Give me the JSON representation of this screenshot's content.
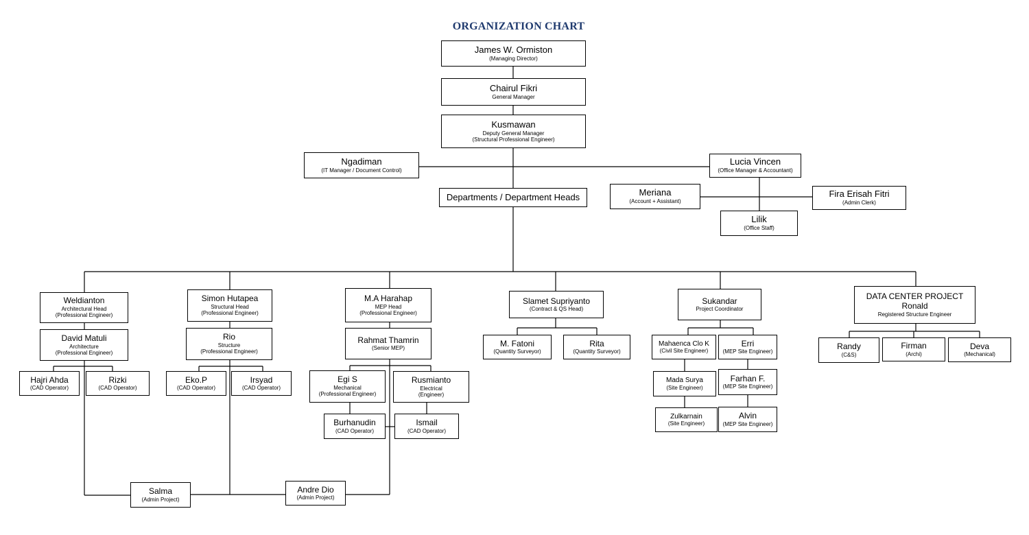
{
  "title": "ORGANIZATION CHART",
  "nodes": {
    "md": {
      "name": "James W. Ormiston",
      "subs": [
        "(Managing Director)"
      ]
    },
    "gm": {
      "name": "Chairul Fikri",
      "subs": [
        "General Manager"
      ]
    },
    "dgm": {
      "name": "Kusmawan",
      "subs": [
        "Deputy General Manager",
        "(Structural Professional Engineer)"
      ]
    },
    "ngadiman": {
      "name": "Ngadiman",
      "subs": [
        "(IT Manager / Document Control)"
      ]
    },
    "lucia": {
      "name": "Lucia Vincen",
      "subs": [
        "(Office Manager & Accountant)"
      ]
    },
    "dept": {
      "name": "Departments / Department Heads",
      "subs": []
    },
    "meriana": {
      "name": "Meriana",
      "subs": [
        "(Account + Assistant)"
      ]
    },
    "fira": {
      "name": "Fira Erisah Fitri",
      "subs": [
        "(Admin Clerk)"
      ]
    },
    "lilik": {
      "name": "Lilik",
      "subs": [
        "(Office Staff)"
      ]
    },
    "weldianton": {
      "name": "Weldianton",
      "subs": [
        "Architectural Head",
        "(Professional Engineer)"
      ]
    },
    "david": {
      "name": "David Matuli",
      "subs": [
        "Architecture",
        "(Professional Engineer)"
      ]
    },
    "hajri": {
      "name": "Hajri Ahda",
      "subs": [
        "(CAD Operator)"
      ]
    },
    "rizki": {
      "name": "Rizki",
      "subs": [
        "(CAD Operator)"
      ]
    },
    "simon": {
      "name": "Simon Hutapea",
      "subs": [
        "Structural Head",
        "(Professional Engineer)"
      ]
    },
    "rio": {
      "name": "Rio",
      "subs": [
        "Structure",
        "(Professional Engineer)"
      ]
    },
    "eko": {
      "name": "Eko.P",
      "subs": [
        "(CAD Operator)"
      ]
    },
    "irsyad": {
      "name": "Irsyad",
      "subs": [
        "(CAD Operator)"
      ]
    },
    "harahap": {
      "name": "M.A Harahap",
      "subs": [
        "MEP Head",
        "(Professional Engineer)"
      ]
    },
    "rahmat": {
      "name": "Rahmat Thamrin",
      "subs": [
        "(Senior MEP)"
      ]
    },
    "egi": {
      "name": "Egi S",
      "subs": [
        "Mechanical",
        "(Professional Engineer)"
      ]
    },
    "rusmianto": {
      "name": "Rusmianto",
      "subs": [
        "Electrical",
        "(Engineer)"
      ]
    },
    "burhanudin": {
      "name": "Burhanudin",
      "subs": [
        "(CAD Operator)"
      ]
    },
    "ismail": {
      "name": "Ismail",
      "subs": [
        "(CAD Operator)"
      ]
    },
    "slamet": {
      "name": "Slamet Supriyanto",
      "subs": [
        "(Contract & QS Head)"
      ]
    },
    "fatoni": {
      "name": "M. Fatoni",
      "subs": [
        "(Quantity Surveyor)"
      ]
    },
    "rita": {
      "name": "Rita",
      "subs": [
        "(Quantity Surveyor)"
      ]
    },
    "sukandar": {
      "name": "Sukandar",
      "subs": [
        "Project Coordinator"
      ]
    },
    "mahaenca": {
      "name": "Mahaenca Clo K",
      "subs": [
        "(Civil Site Engineer)"
      ]
    },
    "erri": {
      "name": "Erri",
      "subs": [
        "(MEP Site Engineer)"
      ]
    },
    "mada": {
      "name": "Mada Surya",
      "subs": [
        "(Site Engineer)"
      ]
    },
    "farhan": {
      "name": "Farhan F.",
      "subs": [
        "(MEP Site Engineer)"
      ]
    },
    "zulkarnain": {
      "name": "Zulkarnain",
      "subs": [
        "(Site Engineer)"
      ]
    },
    "alvin": {
      "name": "Alvin",
      "subs": [
        "(MEP Site Engineer)"
      ]
    },
    "dcp": {
      "name": "DATA CENTER PROJECT",
      "subs": [
        "Ronald",
        "Registered Structure Engineer"
      ]
    },
    "randy": {
      "name": "Randy",
      "subs": [
        "(C&S)"
      ]
    },
    "firman": {
      "name": "Firman",
      "subs": [
        "(Archi)"
      ]
    },
    "deva": {
      "name": "Deva",
      "subs": [
        "(Mechanical)"
      ]
    },
    "salma": {
      "name": "Salma",
      "subs": [
        "(Admin Project)"
      ]
    },
    "andre": {
      "name": "Andre Dio",
      "subs": [
        "(Admin Project)"
      ]
    }
  },
  "colors": {
    "title": "#1f3a6e",
    "line": "#000000"
  }
}
